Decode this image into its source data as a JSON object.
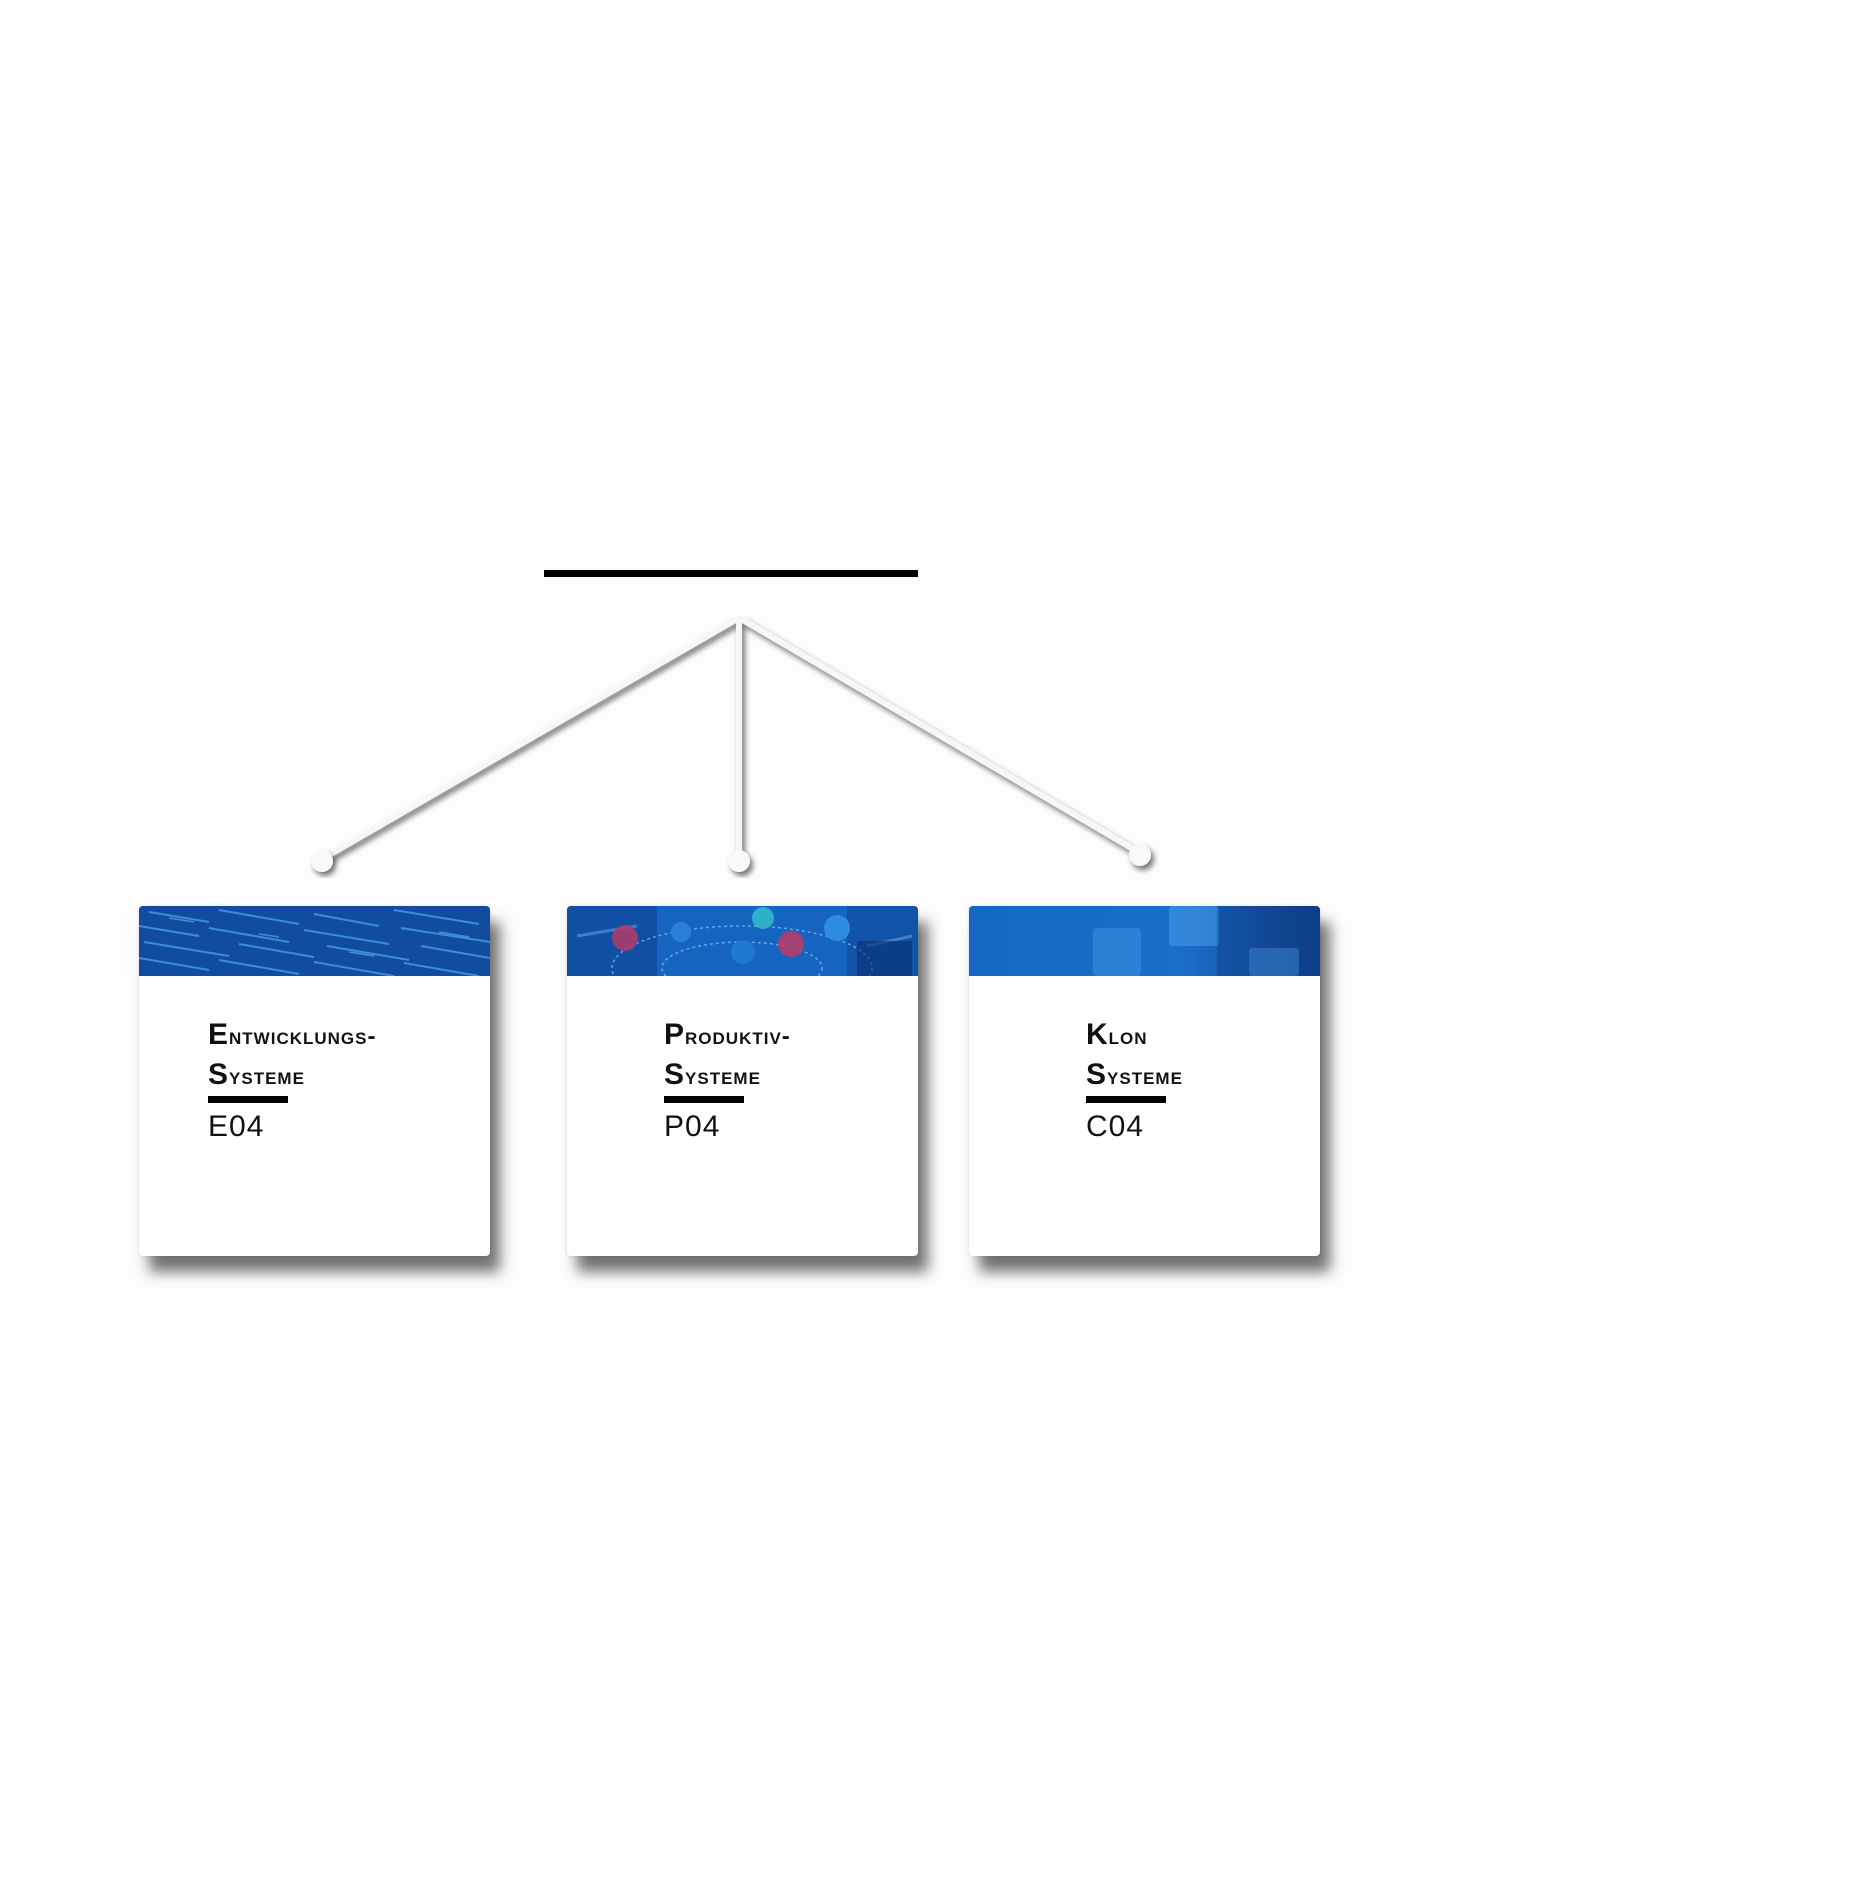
{
  "diagram": {
    "header_title": "",
    "cards": [
      {
        "id": "entwicklung",
        "title_line1": "Entwicklungs-",
        "title_line2": "Systeme",
        "code": "E04",
        "banner_style": "code-pattern"
      },
      {
        "id": "produktiv",
        "title_line1": "Produktiv-",
        "title_line2": "Systeme",
        "code": "P04",
        "banner_style": "network-icons"
      },
      {
        "id": "klon",
        "title_line1": "Klon",
        "title_line2": "Systeme",
        "code": "C04",
        "banner_style": "blocks"
      }
    ],
    "colors": {
      "banner_dark": "#0d3f8c",
      "banner_mid": "#1565c0",
      "banner_light": "#2d8ad8",
      "connector": "#f7f7f7",
      "rule": "#000000"
    }
  }
}
